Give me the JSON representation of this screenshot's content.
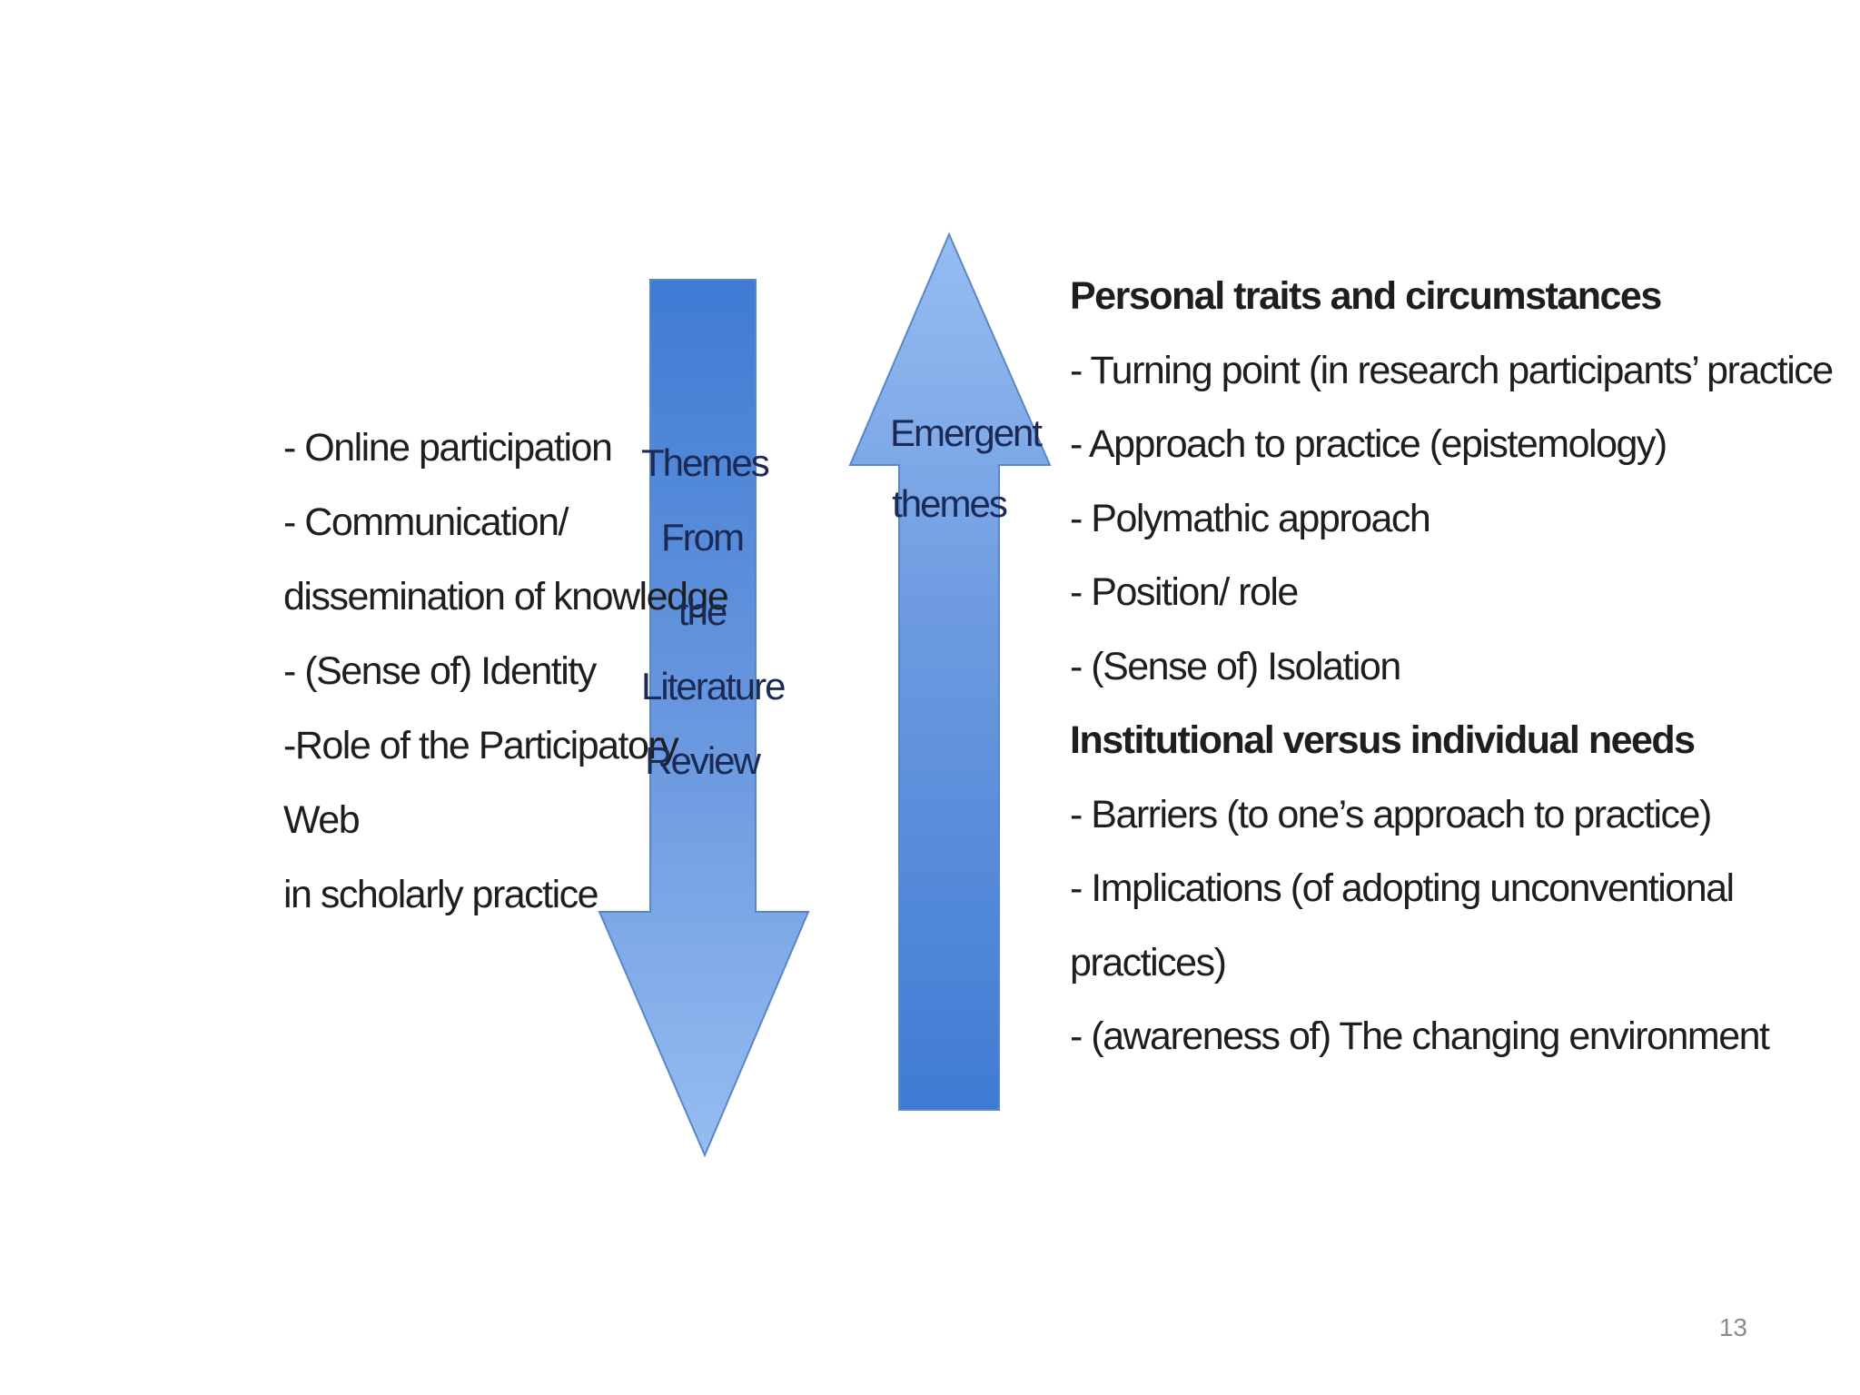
{
  "left_list": {
    "items": [
      "- Online participation",
      "- Communication/",
      "dissemination of knowledge",
      "- (Sense of) Identity",
      "-Role of the Participatory",
      "Web",
      "in scholarly practice"
    ]
  },
  "down_arrow": {
    "label_lines": [
      "Themes",
      "From",
      "the",
      "Literature",
      "Review"
    ]
  },
  "up_arrow": {
    "label_lines": [
      "Emergent",
      "themes"
    ]
  },
  "right_list": {
    "section1_heading": "Personal traits and circumstances",
    "section1_items": [
      "- Turning point (in research participants’ practice",
      "- Approach to practice (epistemology)",
      "- Polymathic approach",
      "- Position/ role",
      "- (Sense of) Isolation"
    ],
    "section2_heading": "Institutional versus individual needs",
    "section2_items": [
      "- Barriers (to one’s approach to practice)",
      "- Implications (of adopting unconventional",
      "practices)",
      "- (awareness of) The changing environment"
    ]
  },
  "colors": {
    "arrow_dark": "#3f7bd3",
    "arrow_light": "#8fb5ee",
    "arrow_outline": "#5a86c8"
  },
  "page_number": "13"
}
